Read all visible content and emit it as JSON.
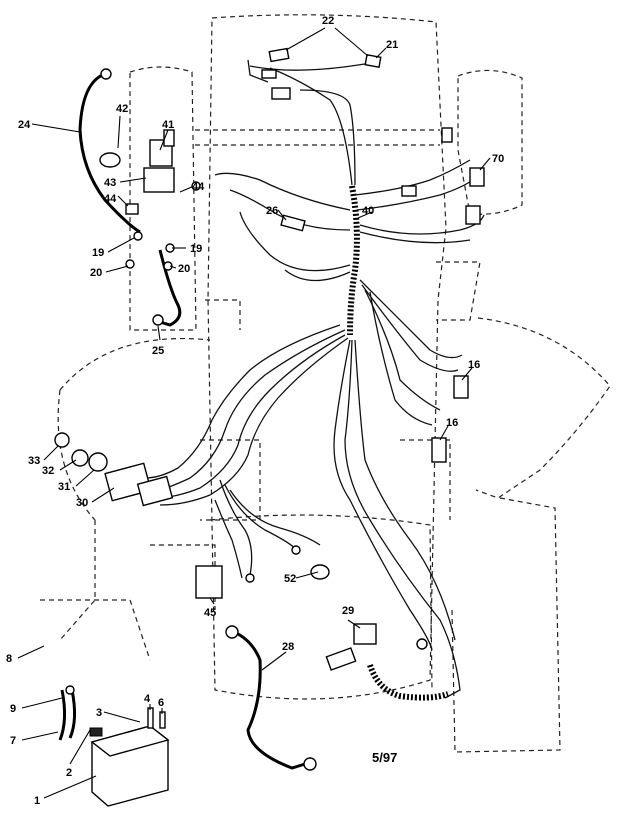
{
  "diagram": {
    "date_code": "5/97",
    "callouts": [
      "22",
      "21",
      "42",
      "41",
      "24",
      "70",
      "43",
      "44",
      "44",
      "26",
      "40",
      "19",
      "19",
      "20",
      "20",
      "25",
      "16",
      "16",
      "33",
      "32",
      "31",
      "30",
      "52",
      "45",
      "29",
      "28",
      "8",
      "9",
      "7",
      "3",
      "4",
      "6",
      "2",
      "1"
    ]
  }
}
